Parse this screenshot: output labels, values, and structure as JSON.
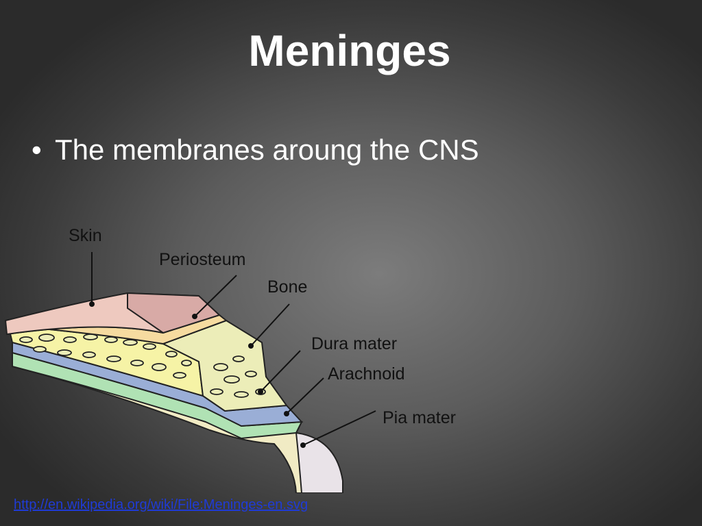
{
  "slide": {
    "title": "Meninges",
    "bullets": [
      {
        "marker": "•",
        "text": "The membranes aroung the CNS"
      }
    ]
  },
  "diagram": {
    "labels": {
      "skin": "Skin",
      "periosteum": "Periosteum",
      "bone": "Bone",
      "dura": "Dura mater",
      "arachnoid": "Arachnoid",
      "pia": "Pia mater"
    },
    "colors": {
      "skin": "#eec9bf",
      "periosteum": "#f6dba0",
      "bone": "#f6f3a6",
      "bone_cut": "#ecedb8",
      "dura": "#9aaed6",
      "arachnoid": "#b0e2b4",
      "pia": "#f1ebc4",
      "brain": "#e9e3e8"
    }
  },
  "source": {
    "link_text": "http://en.wikipedia.org/wiki/File:Meninges-en.svg"
  }
}
